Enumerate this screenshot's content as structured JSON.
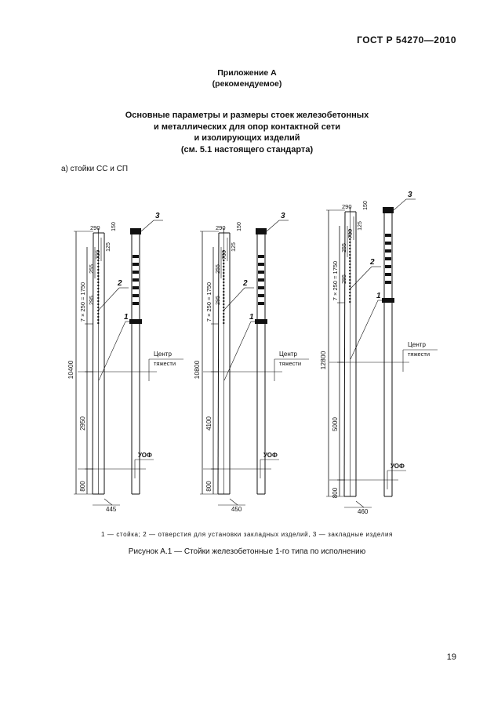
{
  "header": {
    "standard": "ГОСТ Р 54270—2010"
  },
  "annex": {
    "line1": "Приложение А",
    "line2": "(рекомендуемое)"
  },
  "title": {
    "line1": "Основные параметры и размеры стоек железобетонных",
    "line2": "и металлических для опор контактной сети",
    "line3": "и изолирующих изделий",
    "line4": "(см. 5.1 настоящего стандарта)"
  },
  "subsection": "а) стойки СС и СП",
  "figures": [
    {
      "total": "10400",
      "pitch": "7 × 250 = 1750",
      "d255": "255",
      "d295": "295",
      "d700": "700",
      "d125": "125",
      "d150": "150",
      "d290": "290",
      "lower": "2950",
      "base": "800",
      "diameter": "445",
      "center_label": "Центр",
      "center_label2": "тяжести",
      "ground_label": "УОФ",
      "callout1": "1",
      "callout2": "2",
      "callout3": "3"
    },
    {
      "total": "10800",
      "pitch": "7 × 250 = 1750",
      "d255": "255",
      "d295": "295",
      "d700": "700",
      "d125": "125",
      "d150": "150",
      "d290": "290",
      "lower": "4100",
      "base": "800",
      "diameter": "450",
      "center_label": "Центр",
      "center_label2": "тяжести",
      "ground_label": "УОФ",
      "callout1": "1",
      "callout2": "2",
      "callout3": "3"
    },
    {
      "total": "12800",
      "pitch": "7 × 250 = 1750",
      "d255": "255",
      "d295": "295",
      "d700": "700",
      "d125": "125",
      "d150": "150",
      "d290": "290",
      "lower": "5000",
      "base": "800",
      "diameter": "460",
      "center_label": "Центр",
      "center_label2": "тяжести",
      "ground_label": "УОФ",
      "callout1": "1",
      "callout2": "2",
      "callout3": "3"
    }
  ],
  "legend": "1 — стойка; 2 — отверстия для установки закладных изделий, 3 — закладные изделия",
  "caption": "Рисунок А.1 — Стойки железобетонные 1-го типа по исполнению",
  "page_number": "19"
}
